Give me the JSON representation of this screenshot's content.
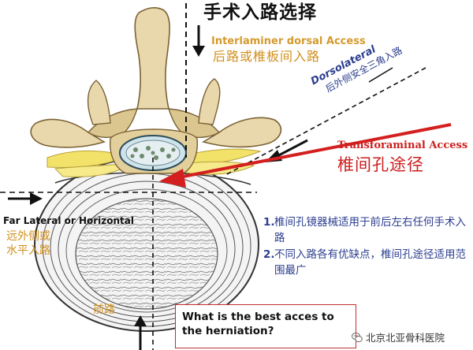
{
  "title": "手术入路选择",
  "labels": {
    "interlaminar_en": "Interlaminer dorsal Access",
    "interlaminar_zh": "后路或椎板间入路",
    "dorsolateral_en": "Dorsolateral",
    "dorsolateral_zh": "后外侧安全三角入路",
    "transforaminal_en": "Transforaminal Access",
    "transforaminal_zh": "椎间孔途径",
    "far_lateral_en": "Far Lateral or Horizontal",
    "far_lateral_zh_1": "远外侧或",
    "far_lateral_zh_2": "水平入路",
    "anterior_zh": "前路"
  },
  "notes": [
    {
      "num": "1.",
      "text": "椎间孔镜器械适用于前后左右任何手术入路"
    },
    {
      "num": "2.",
      "text": "不同入路各有优缺点，椎间孔途径适用范围最广"
    }
  ],
  "question": "What is the best acces to the herniation?",
  "watermark": "北京北亚骨科医院",
  "colors": {
    "accent_red": "#cc1f1f",
    "label_orange": "#d0901e",
    "note_blue": "#2c3e8f",
    "bone": "#e9d8ab",
    "nerve": "#f3e26a"
  }
}
